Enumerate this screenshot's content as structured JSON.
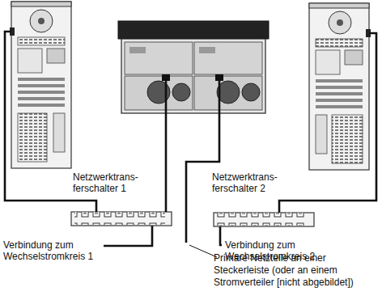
{
  "diagram": {
    "labels": [
      "Netzwerktrans- ferschalter 1",
      "Netzwerktrans- ferschalter 2",
      "Verbindung zum Wechselstromkreis 1",
      "Verbindung zum Wechselstromkreis 2",
      "Primäre Netzteile an einer Steckerleiste (oder an einem Stromverteiler [nicht abgebildet])"
    ]
  }
}
